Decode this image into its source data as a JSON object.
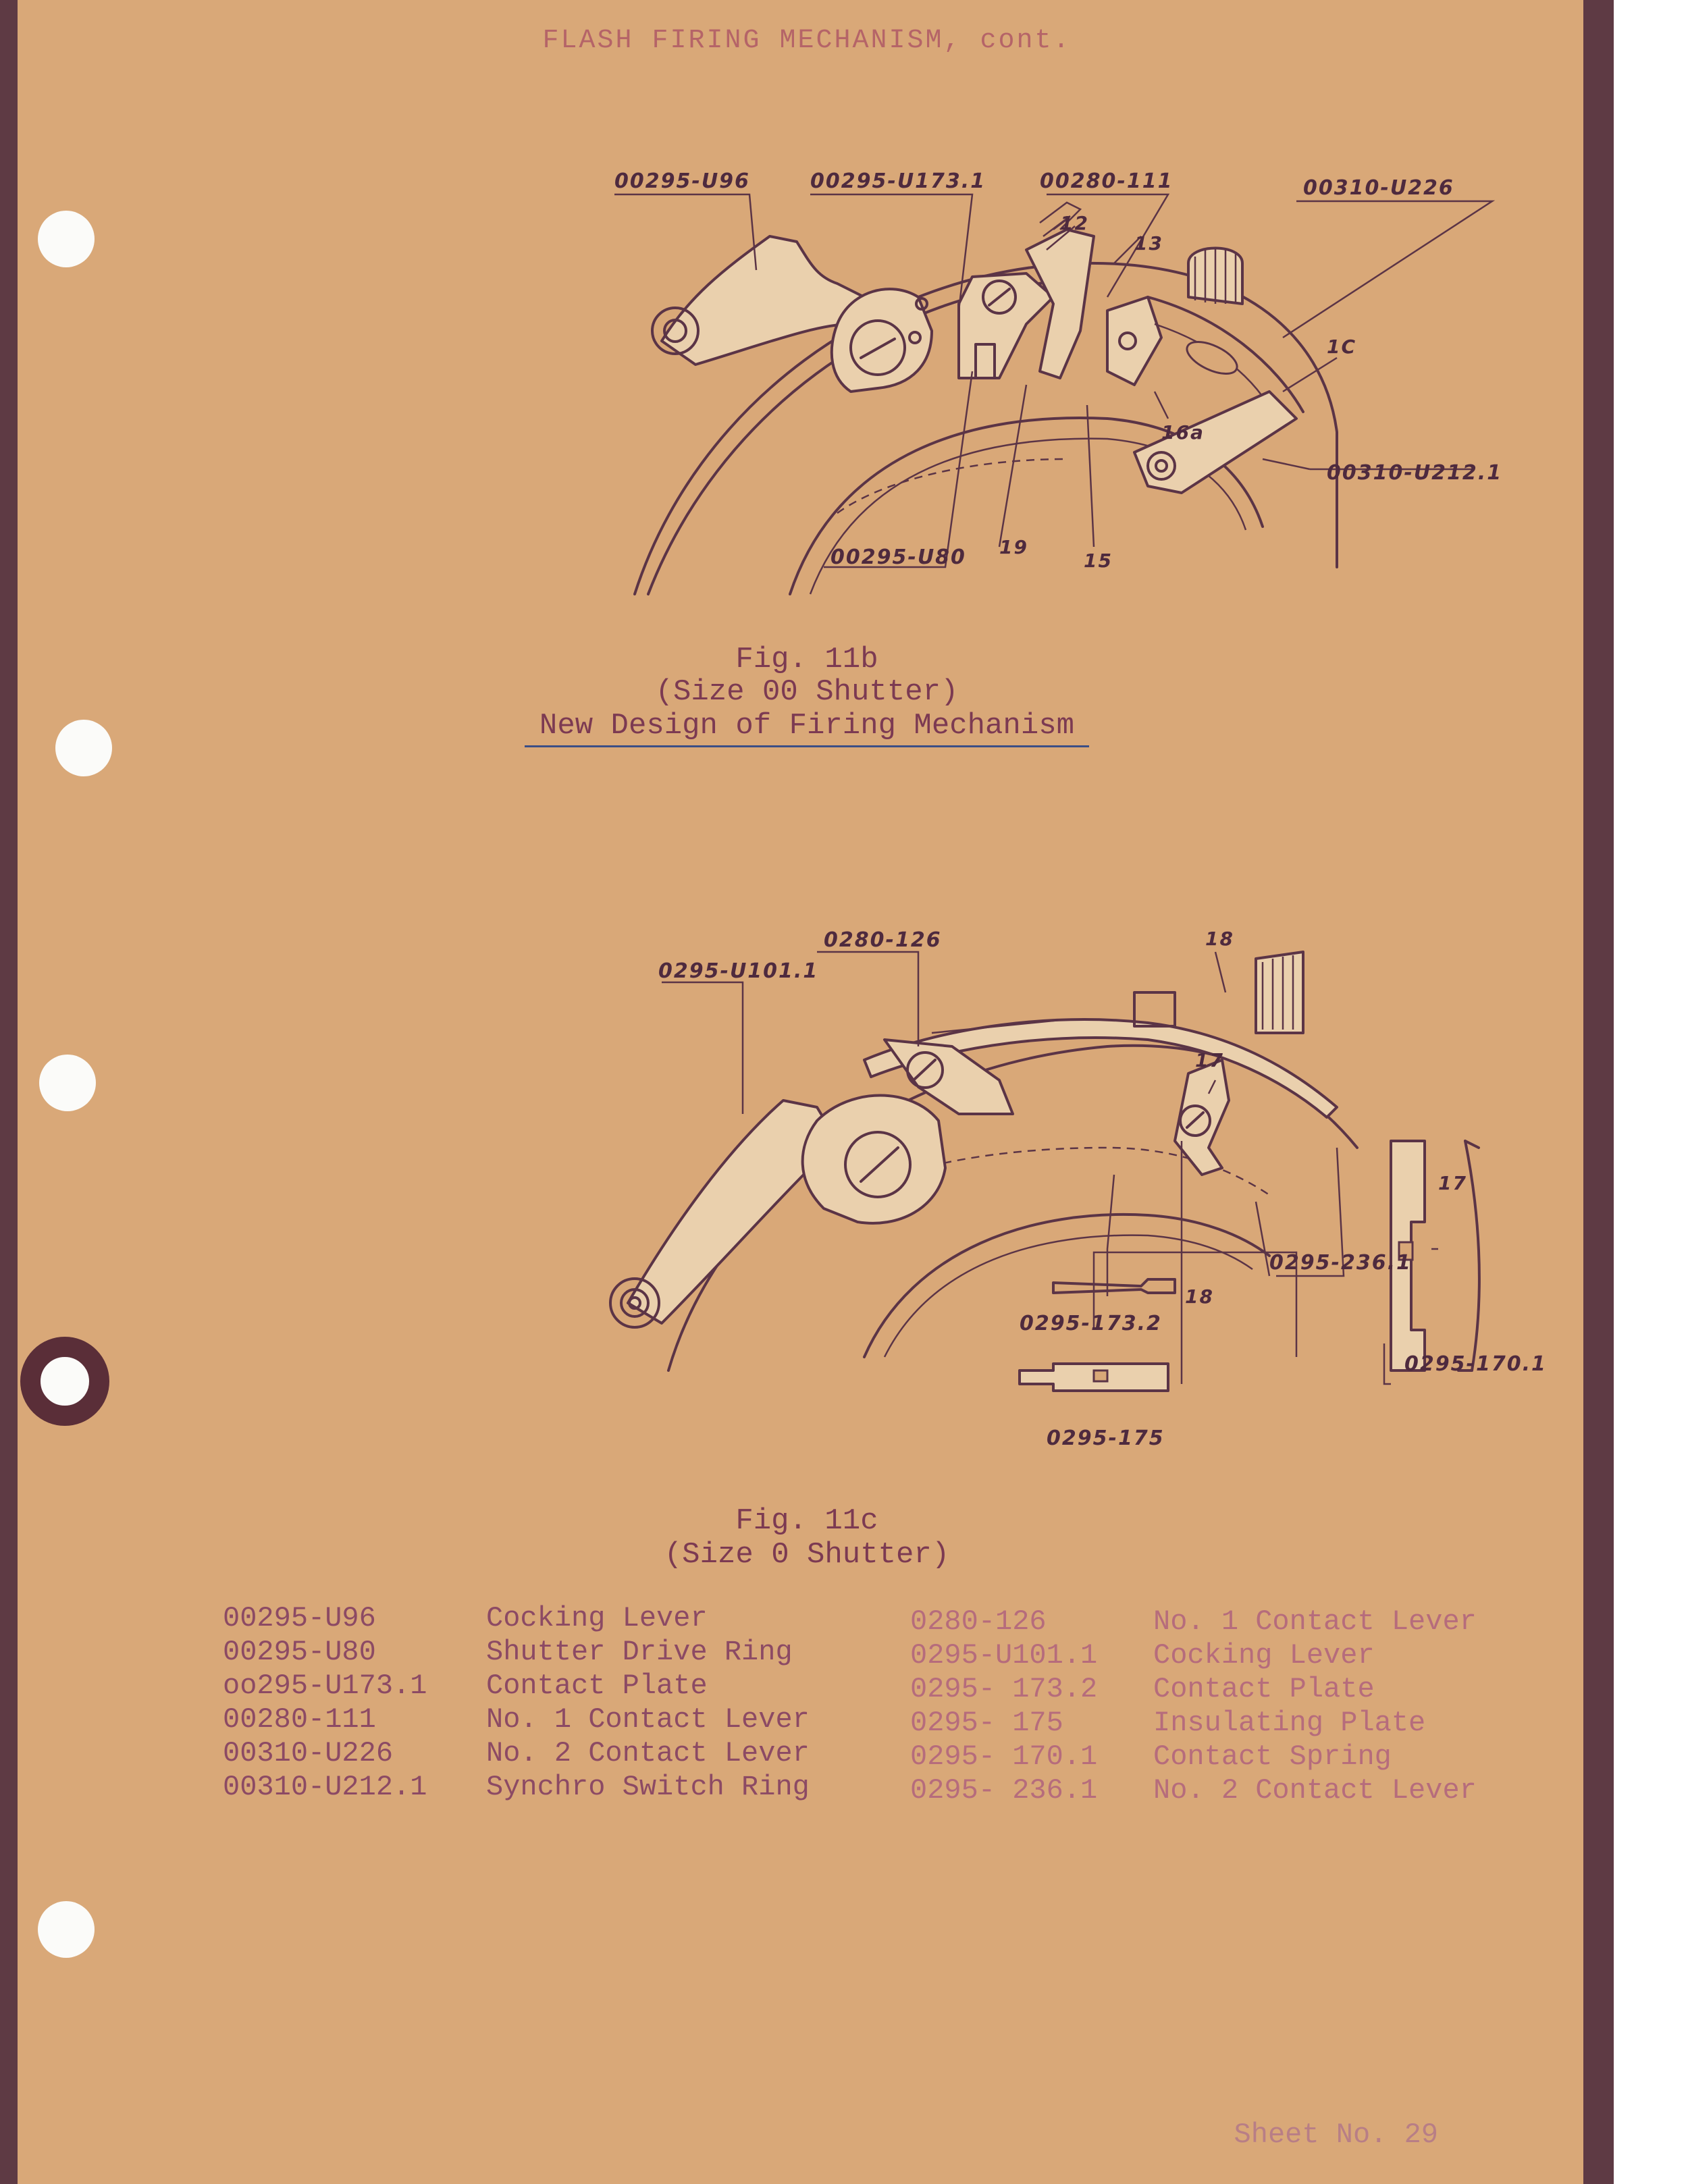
{
  "header": "FLASH FIRING MECHANISM, cont.",
  "figure_b": {
    "caption_line1": "Fig. 11b",
    "caption_line2": "(Size 00 Shutter)",
    "caption_line3": "New Design of Firing Mechanism",
    "labels": {
      "l1": "00295-U96",
      "l2": "00295-U173.1",
      "l3": "00280-111",
      "l4": "00310-U226",
      "l5": "1C",
      "l6": "00310-U212.1",
      "l7": "00295-U80",
      "n12": "12",
      "n13": "13",
      "n16a": "16a",
      "n19": "19",
      "n15": "15"
    }
  },
  "figure_c": {
    "caption_line1": "Fig. 11c",
    "caption_line2": "(Size 0 Shutter)",
    "labels": {
      "l1": "0280-126",
      "l2": "0295-U101.1",
      "l3": "0295-236.1",
      "l4": "0295-173.2",
      "l5": "0295-175",
      "l6": "0295-170.1",
      "n18a": "18",
      "n17a": "17",
      "n17b": "17",
      "n18b": "18"
    }
  },
  "legend_left": [
    {
      "part": "00295-U96",
      "desc": "Cocking Lever"
    },
    {
      "part": "00295-U80",
      "desc": "Shutter Drive Ring"
    },
    {
      "part": "oo295-U173.1",
      "desc": "Contact Plate"
    },
    {
      "part": "00280-111",
      "desc": "No. 1 Contact Lever"
    },
    {
      "part": "00310-U226",
      "desc": "No. 2 Contact Lever"
    },
    {
      "part": "00310-U212.1",
      "desc": "Synchro Switch Ring"
    }
  ],
  "legend_right": [
    {
      "part": "0280-126",
      "desc": "No. 1 Contact Lever"
    },
    {
      "part": "0295-U101.1",
      "desc": "Cocking Lever"
    },
    {
      "part": "0295- 173.2",
      "desc": "Contact Plate"
    },
    {
      "part": "0295- 175",
      "desc": "Insulating Plate"
    },
    {
      "part": "0295- 170.1",
      "desc": "Contact Spring"
    },
    {
      "part": "0295- 236.1",
      "desc": "No. 2 Contact Lever"
    }
  ],
  "sheet_number": "Sheet No. 29"
}
